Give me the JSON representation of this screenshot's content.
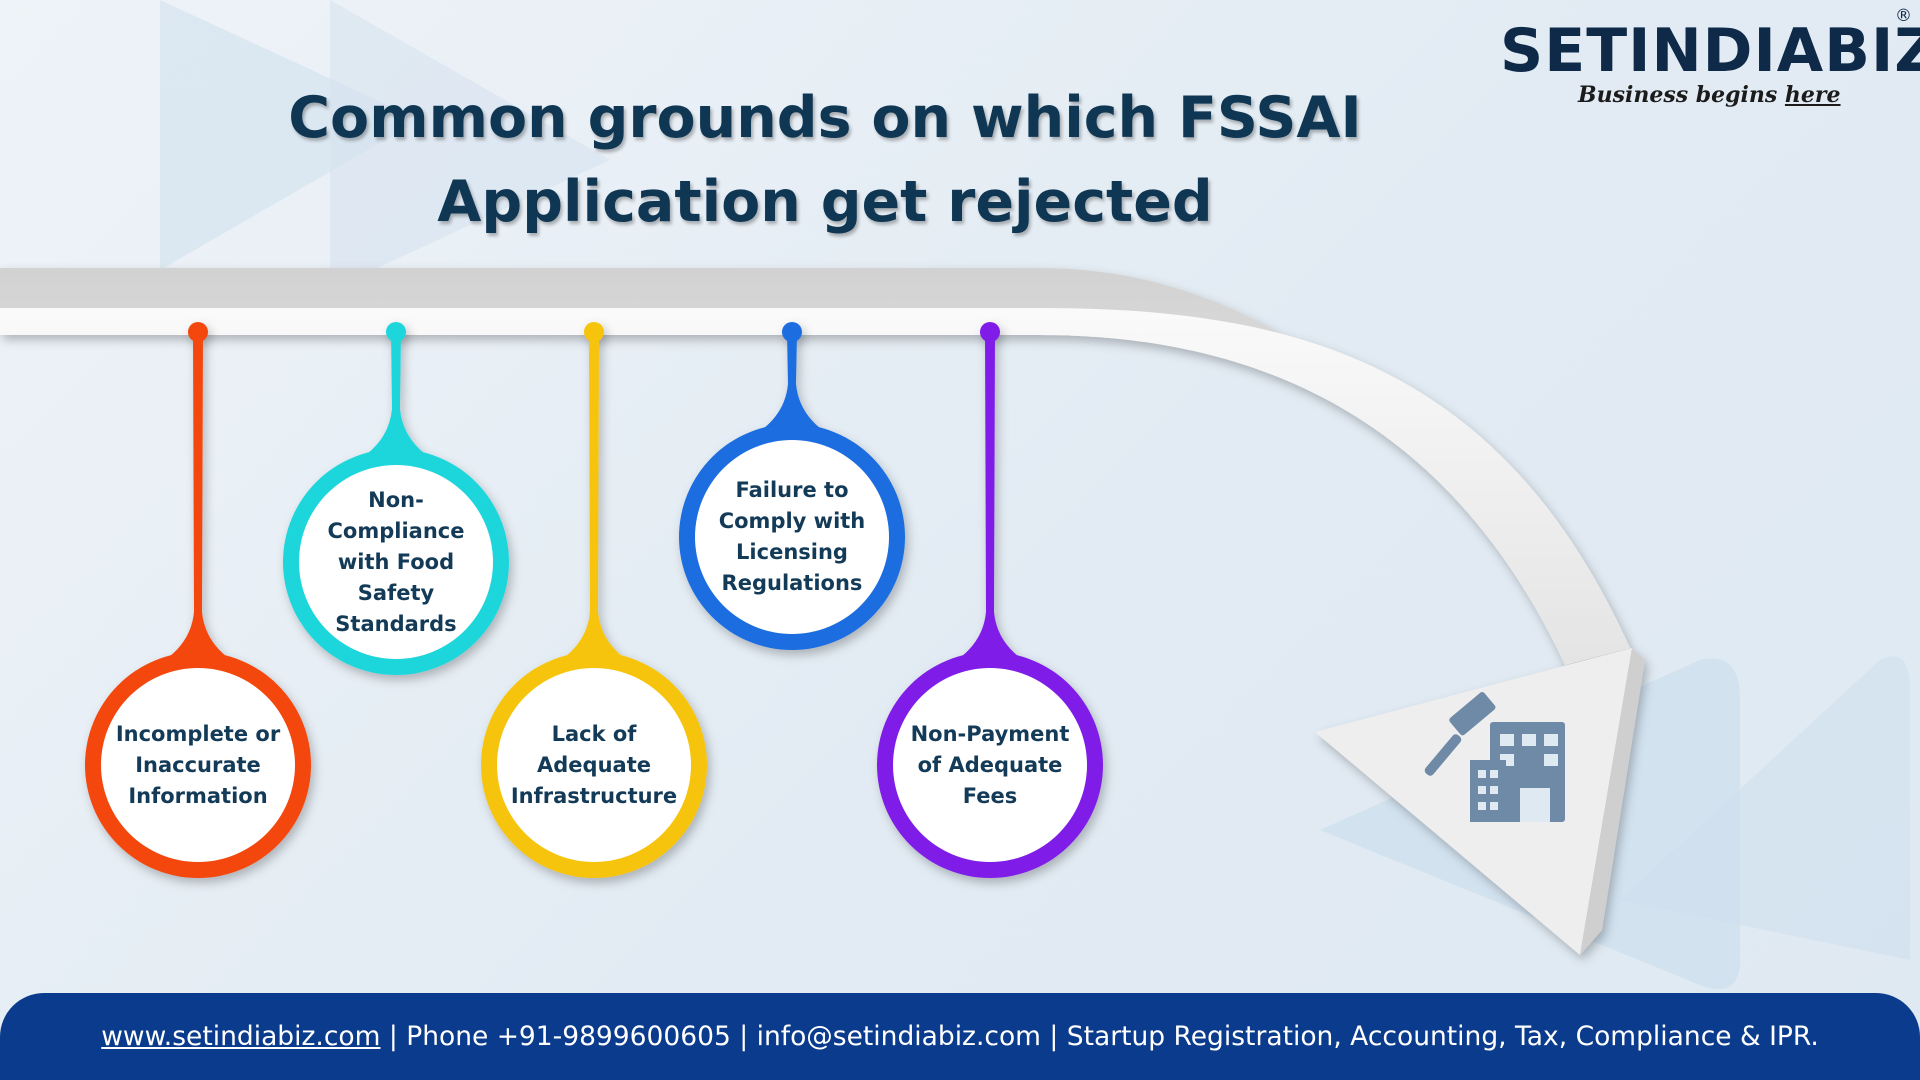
{
  "title": {
    "line1": "Common grounds on which FSSAI",
    "line2": "Application get rejected"
  },
  "logo": {
    "name": "SETINDIABIZ",
    "registered": "®",
    "tagline_prefix": "Business begins ",
    "tagline_emphasis": "here"
  },
  "reasons": [
    {
      "label": "Incomplete or Inaccurate Information",
      "color": "#f3470c"
    },
    {
      "label": "Non-Compliance with Food Safety Standards",
      "color": "#1fd6dc"
    },
    {
      "label": "Lack of Adequate Infrastructure",
      "color": "#f7c40b"
    },
    {
      "label": "Failure to Comply with Licensing Regulations",
      "color": "#1a6de0"
    },
    {
      "label": "Non-Payment of Adequate Fees",
      "color": "#7f1fe8"
    }
  ],
  "icon": "gavel-building-icon",
  "footer": {
    "website": "www.setindiabiz.com",
    "details": " | Phone +91-9899600605 | info@setindiabiz.com | Startup Registration, Accounting, Tax, Compliance & IPR."
  },
  "colors": {
    "title": "#0f3653",
    "footer_bg": "#0a3b8c",
    "logo": "#0f2a48",
    "accent_red": "#d83a2a"
  }
}
